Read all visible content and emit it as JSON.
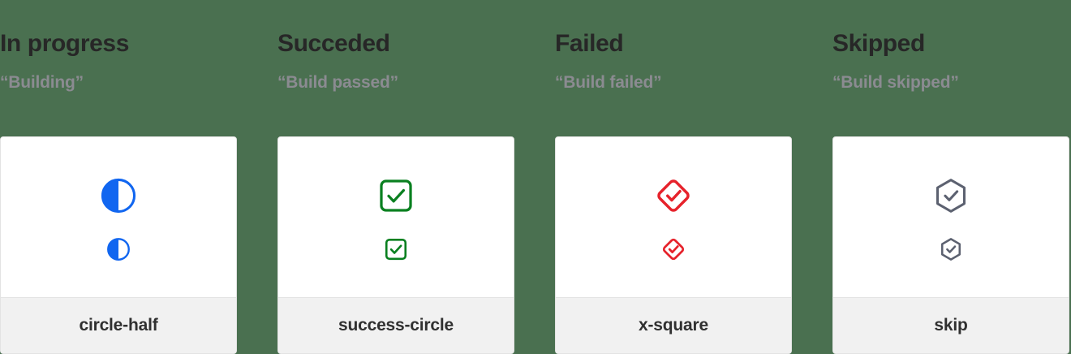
{
  "page": {
    "background_color": "#4a7050",
    "card_background": "#ffffff",
    "card_footer_background": "#f1f1f1",
    "title_color": "#272727",
    "subtitle_color": "#8b8b91",
    "label_color": "#303030"
  },
  "columns": [
    {
      "title": "In progress",
      "subtitle": "“Building”",
      "icon_name": "circle-half-icon",
      "icon_color": "#1166f0",
      "card_label": "circle-half"
    },
    {
      "title": "Succeded",
      "subtitle": "“Build passed”",
      "icon_name": "success-circle-icon",
      "icon_color": "#0a8020",
      "card_label": "success-circle"
    },
    {
      "title": "Failed",
      "subtitle": "“Build failed”",
      "icon_name": "x-square-icon",
      "icon_color": "#e6222b",
      "card_label": "x-square"
    },
    {
      "title": "Skipped",
      "subtitle": "“Build skipped”",
      "icon_name": "skip-icon",
      "icon_color": "#5c6170",
      "card_label": "skip"
    }
  ]
}
